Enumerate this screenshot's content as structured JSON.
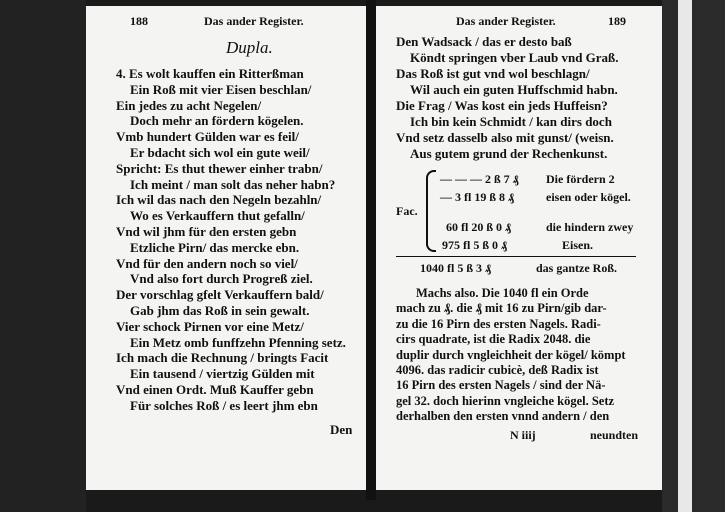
{
  "left_page": {
    "page_number": "188",
    "running_head": "Das ander Register.",
    "section_title": "Dupla.",
    "lines": [
      "4. Es wolt kauffen ein Ritterßman",
      "Ein Roß mit vier Eisen beschlan/",
      "Ein jedes zu acht Negelen/",
      "Doch mehr an fördern kögelen.",
      "Vmb hundert Gülden war es feil/",
      "Er bdacht sich wol ein gute weil/",
      "Spricht: Es thut thewer einher trabn/",
      "Ich meint / man solt das neher habn?",
      "Ich wil das nach den Negeln bezahln/",
      "Wo es Verkauffern thut gefalln/",
      "Vnd wil jhm für den ersten gebn",
      "Etzliche Pirn/ das mercke ebn.",
      "Vnd für den andern noch so viel/",
      "Vnd also fort durch Progreß ziel.",
      "Der vorschlag gfelt Verkauffern bald/",
      "Gab jhm das Roß in sein gewalt.",
      "Vier schock Pirnen vor eine Metz/",
      "Ein Metz omb funffzehn Pfenning setz.",
      "Ich mach die Rechnung / bringts Facit",
      "Ein tausend / viertzig Gülden mit",
      "Vnd einen Ordt. Muß Kauffer gebn",
      "Für solches Roß / es leert jhm ebn"
    ],
    "catchword": "Den"
  },
  "right_page": {
    "page_number": "189",
    "running_head": "Das ander Register.",
    "lines": [
      "Den Wadsack / das er desto baß",
      "Köndt springen vber Laub vnd Graß.",
      "Das Roß ist gut vnd wol beschlagn/",
      "Wil auch ein guten Huffschmid habn.",
      "Die Frag / Was kost ein jeds Huffeisn?",
      "Ich bin kein Schmidt / kan dirs doch",
      "Vnd setz dasselb also mit gunst/ (weisn.",
      "Aus gutem grund der Rechenkunst."
    ],
    "table": {
      "label": "Fac.",
      "rows": [
        {
          "value": "— — — 2 ß 7 ₰",
          "note": "Die fördern 2"
        },
        {
          "value": "— 3 fl 19 ß 8 ₰",
          "note": "eisen oder kögel."
        },
        {
          "value": "60 fl 20 ß 0 ₰",
          "note": "die hindern zwey"
        },
        {
          "value": "975 fl 5 ß 0 ₰",
          "note": "Eisen."
        }
      ],
      "total": "1040 fl 5 ß 3 ₰",
      "total_note": "das gantze Roß."
    },
    "paragraph": [
      "Machs also. Die 1040 fl ein Orde",
      "mach zu ₰. die ₰ mit 16 zu Pirn/gib dar-",
      "zu die 16 Pirn des ersten Nagels. Radi-",
      "cirs quadrate, ist die Radix 2048. die",
      "duplir durch vngleichheit der kögel/ kömpt",
      "4096. das radicir cubicè, deß Radix ist",
      "16 Pirn des ersten Nagels / sind der Nä-",
      "gel 32. doch hierinn vngleiche kögel. Setz",
      "derhalben den ersten vnnd andern / den"
    ],
    "signature": "N iiij",
    "catchword": "neundten"
  }
}
